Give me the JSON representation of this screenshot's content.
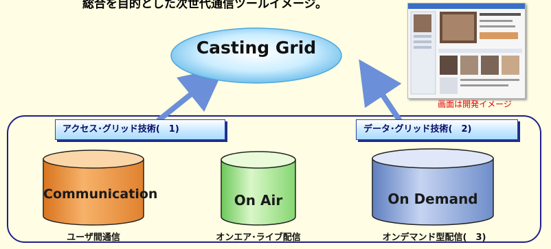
{
  "top_caption": "総合を目的とした次世代通信ツールイメージ。",
  "center": {
    "title": "Casting Grid"
  },
  "tags": {
    "access": "アクセス･グリッド技術(　1)",
    "data": "データ･グリッド技術(　2)"
  },
  "drums": [
    {
      "label": "Communication",
      "caption": "ユーザ間通信"
    },
    {
      "label": "On Air",
      "caption": "オンエア･ライブ配信"
    },
    {
      "label": "On Demand",
      "caption": "オンデマンド型配信(　3)"
    }
  ],
  "screen_note": "画面は開発イメージ",
  "colors": {
    "frame": "#1e1e8c",
    "arrow": "#6b8fd8",
    "communication": "#f4a04a",
    "on_air": "#9fe58a",
    "on_demand": "#8aa6d6",
    "note": "#e00000"
  }
}
